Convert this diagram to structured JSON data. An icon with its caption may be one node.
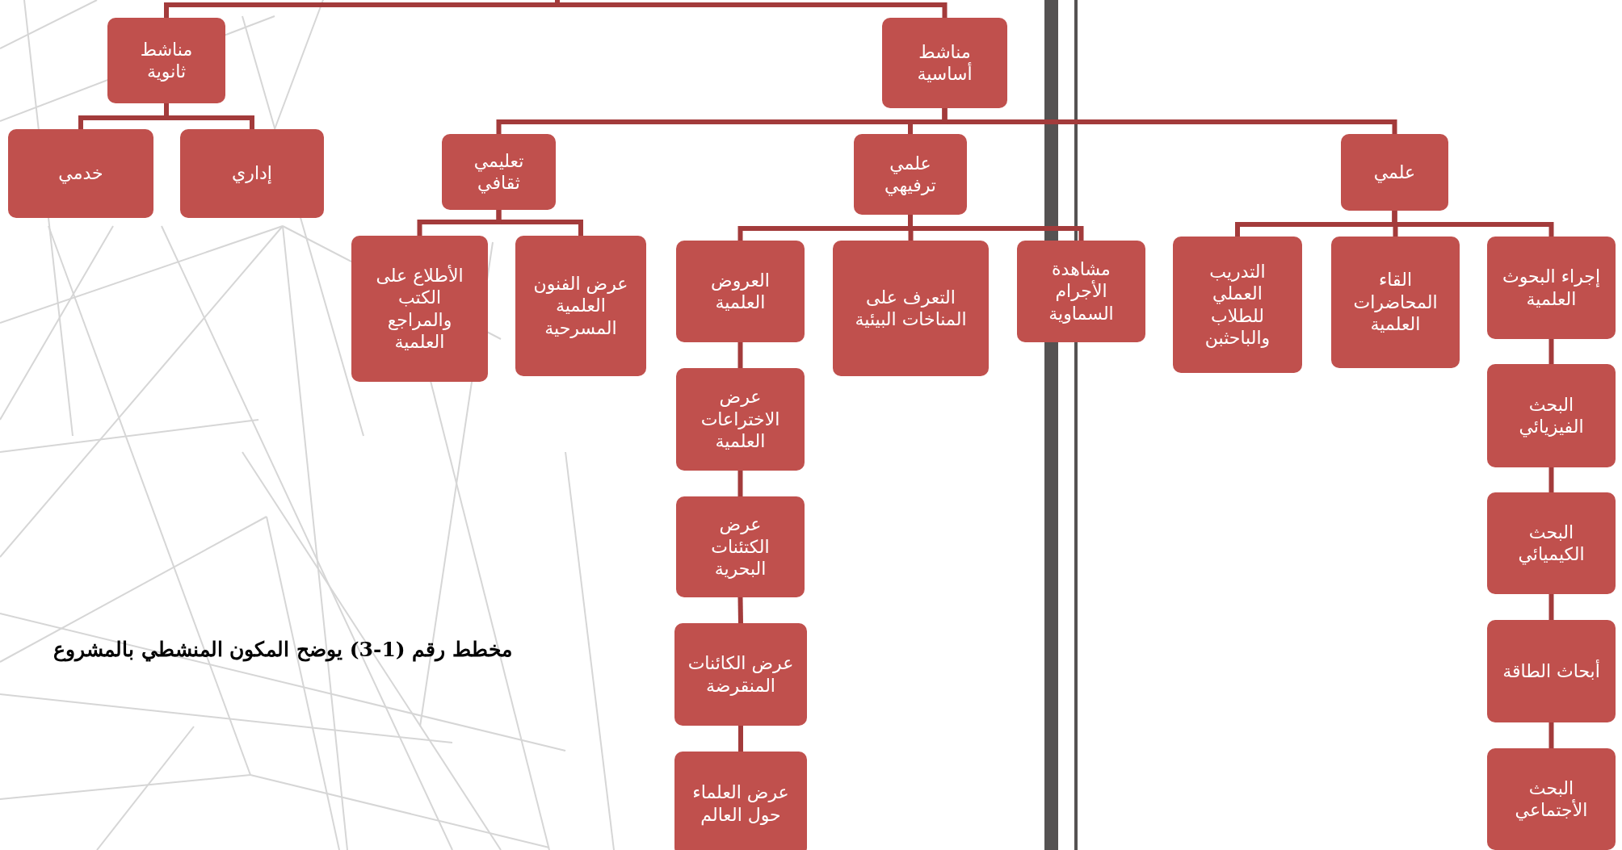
{
  "diagram": {
    "caption": "مخطط رقم (1-3) يوضح المكون المنشطي بالمشروع",
    "nodes": [
      {
        "text": [
          "مناشط أساسية"
        ]
      },
      {
        "text": [
          "مناشط ثانوية"
        ]
      },
      {
        "text": [
          "علمي"
        ]
      },
      {
        "text": [
          "علمي ترفيهي"
        ]
      },
      {
        "text": [
          "تعليمي ثقافي"
        ]
      },
      {
        "text": [
          "إداري"
        ]
      },
      {
        "text": [
          "خدمي"
        ]
      },
      {
        "text": [
          "إجراء البحوث العلمية"
        ]
      },
      {
        "text": [
          "القاء المحاضرات العلمية"
        ]
      },
      {
        "text": [
          "التدريب العملي للطلاب والباحثبن"
        ]
      },
      {
        "text": [
          "مشاهدة الأجرام السماوية"
        ]
      },
      {
        "text": [
          "التعرف على المناخات البيئية"
        ]
      },
      {
        "text": [
          "العروض العلمية"
        ]
      },
      {
        "text": [
          "عرض الفنون العلمية المسرحية"
        ]
      },
      {
        "text": [
          "الأطلاع على الكتب والمراجع العلمية"
        ]
      },
      {
        "text": [
          "البحث الفيزيائي"
        ]
      },
      {
        "text": [
          "عرض الاختراعات العلمية"
        ]
      },
      {
        "text": [
          "البحث الكيميائي"
        ]
      },
      {
        "text": [
          "عرض الكتئنات البحرية"
        ]
      },
      {
        "text": [
          "أبحاث الطاقة"
        ]
      },
      {
        "text": [
          "عرض الكائنات المنقرضة"
        ]
      },
      {
        "text": [
          "البحث الأجتماعي"
        ]
      },
      {
        "text": [
          "عرض العلماء حول العالم"
        ]
      }
    ],
    "edges": [
      {
        "from": null,
        "to": 0,
        "arrow": "none"
      },
      {
        "from": null,
        "to": 1,
        "arrow": "none"
      },
      {
        "from": 0,
        "to": 2,
        "arrow": "none"
      },
      {
        "from": 0,
        "to": 3,
        "arrow": "none"
      },
      {
        "from": 0,
        "to": 4,
        "arrow": "none"
      },
      {
        "from": 1,
        "to": 5,
        "arrow": "none"
      },
      {
        "from": 1,
        "to": 6,
        "arrow": "none"
      },
      {
        "from": 2,
        "to": 7,
        "arrow": "none"
      },
      {
        "from": 2,
        "to": 8,
        "arrow": "none"
      },
      {
        "from": 2,
        "to": 9,
        "arrow": "none"
      },
      {
        "from": 3,
        "to": 10,
        "arrow": "none"
      },
      {
        "from": 3,
        "to": 11,
        "arrow": "none"
      },
      {
        "from": 3,
        "to": 12,
        "arrow": "none"
      },
      {
        "from": 4,
        "to": 13,
        "arrow": "none"
      },
      {
        "from": 4,
        "to": 14,
        "arrow": "none"
      },
      {
        "from": 7,
        "to": 15,
        "arrow": "none"
      },
      {
        "from": 15,
        "to": 17,
        "arrow": "none"
      },
      {
        "from": 17,
        "to": 19,
        "arrow": "none"
      },
      {
        "from": 19,
        "to": 21,
        "arrow": "none"
      },
      {
        "from": 12,
        "to": 16,
        "arrow": "none"
      },
      {
        "from": 16,
        "to": 18,
        "arrow": "none"
      },
      {
        "from": 18,
        "to": 20,
        "arrow": "none"
      },
      {
        "from": 20,
        "to": 22,
        "arrow": "none"
      }
    ]
  }
}
